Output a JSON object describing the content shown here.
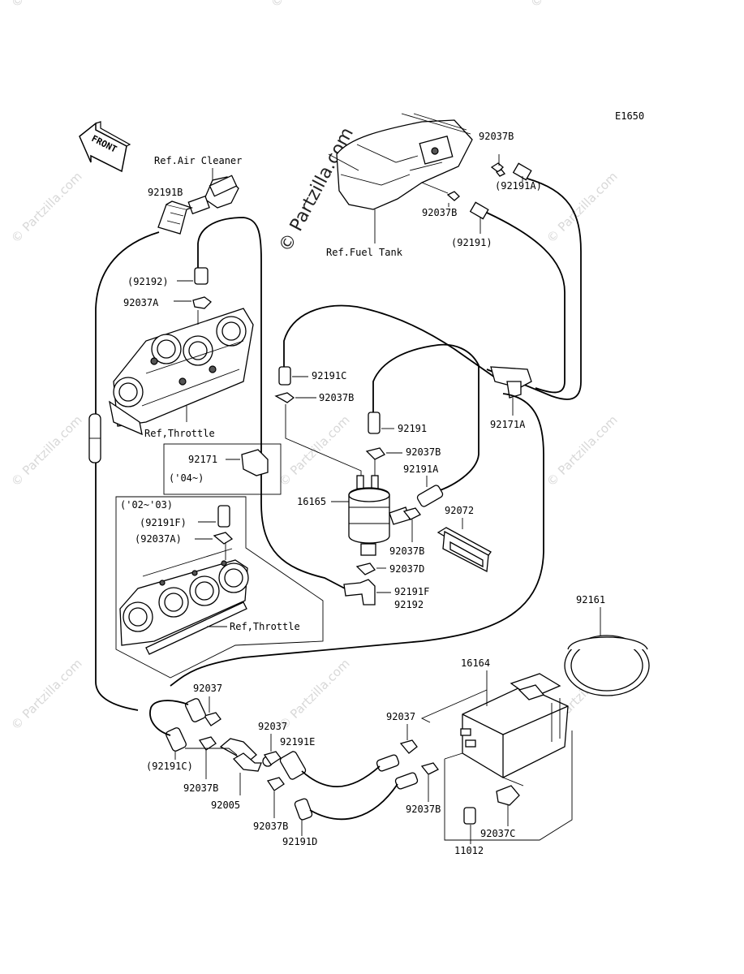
{
  "diagram_code": "E1650",
  "front_label": "FRONT",
  "watermark": "© Partzilla.com",
  "refs": {
    "air_cleaner": "Ref.Air Cleaner",
    "fuel_tank": "Ref.Fuel Tank",
    "throttle_top": "Ref,Throttle",
    "throttle_bottom": "Ref,Throttle"
  },
  "years": {
    "y04": "('04~)",
    "y02_03": "('02~'03)"
  },
  "parts": {
    "p92037B_a": "92037B",
    "p92191A_paren": "(92191A)",
    "p92037B_b": "92037B",
    "p92191_paren": "(92191)",
    "p92191B": "92191B",
    "p92192_paren": "(92192)",
    "p92037A": "92037A",
    "p92191C": "92191C",
    "p92037B_c": "92037B",
    "p92171A": "92171A",
    "p92191_a": "92191",
    "p92037B_d": "92037B",
    "p92171": "92171",
    "p92191A": "92191A",
    "p16165": "16165",
    "p92072": "92072",
    "p92191F_paren": "(92191F)",
    "p92037A_paren": "(92037A)",
    "p92037B_e": "92037B",
    "p92037D": "92037D",
    "p92191F": "92191F",
    "p92192": "92192",
    "p92161": "92161",
    "p16164": "16164",
    "p92037_a": "92037",
    "p92037_b": "92037",
    "p92191E": "92191E",
    "p92037_c": "92037",
    "p92191C_paren": "(92191C)",
    "p92037B_f": "92037B",
    "p92005": "92005",
    "p92037B_g": "92037B",
    "p92191D": "92191D",
    "p92037B_h": "92037B",
    "p92037C": "92037C",
    "p11012": "11012"
  }
}
